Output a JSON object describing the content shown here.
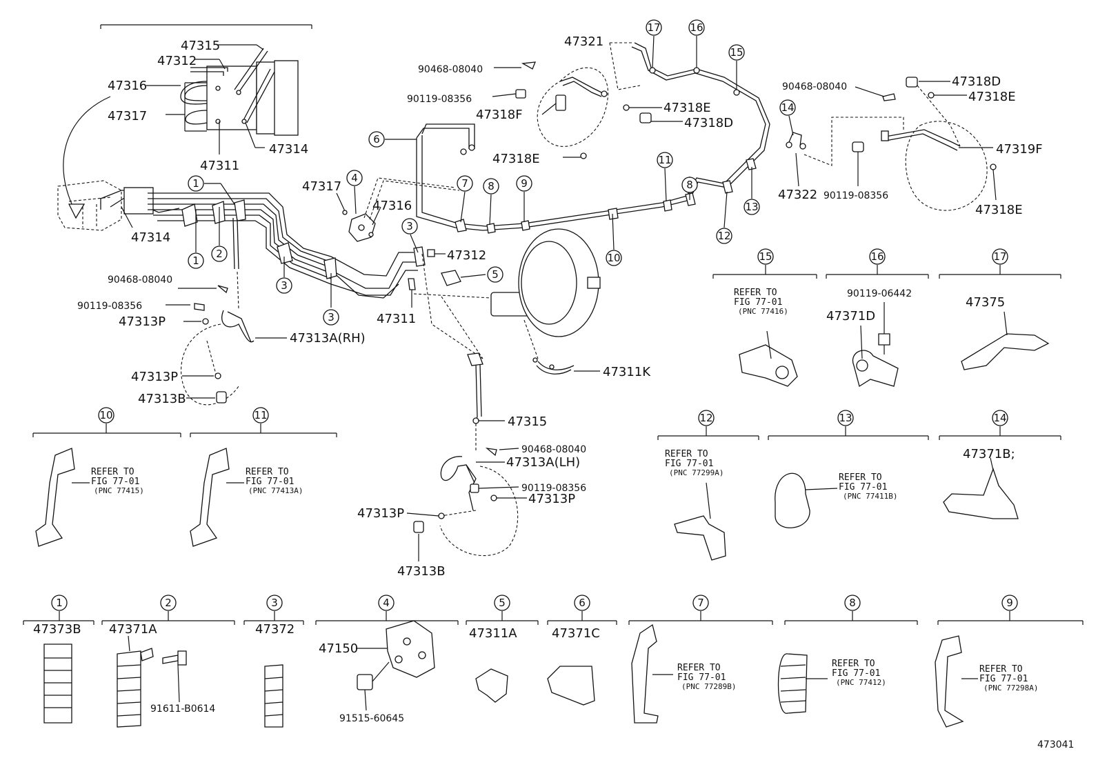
{
  "figure_id": "473041",
  "labels": {
    "p47315_top": "47315",
    "p47312_top": "47312",
    "p47316_top": "47316",
    "p47317_top": "47317",
    "p47314_top": "47314",
    "p47311_top": "47311",
    "p47314_left": "47314",
    "p90468_left": "90468-08040",
    "p90119_left": "90119-08356",
    "p47313P_a": "47313P",
    "p47313A_RH": "47313A(RH)",
    "p47313P_b": "47313P",
    "p47313B_left": "47313B",
    "p47317_mid": "47317",
    "p47316_mid": "47316",
    "p47312_mid": "47312",
    "p47311_mid": "47311",
    "p47311K": "47311K",
    "p47315_mid": "47315",
    "p90468_mid": "90468-08040",
    "p47313A_LH": "47313A(LH)",
    "p90119_mid": "90119-08356",
    "p47313P_c": "47313P",
    "p47313P_d": "47313P",
    "p47313B_mid": "47313B",
    "p47321": "47321",
    "p90468_top": "90468-08040",
    "p90119_top": "90119-08356",
    "p47318F": "47318F",
    "p47318E_a": "47318E",
    "p47318D_a": "47318D",
    "p47318E_b": "47318E",
    "p90468_right": "90468-08040",
    "p47318D_b": "47318D",
    "p47318E_c": "47318E",
    "p47319F": "47319F",
    "p47322": "47322",
    "p90119_right": "90119-08356",
    "p47318E_d": "47318E"
  },
  "refer": {
    "line1": "REFER TO",
    "line2": "FIG 77-01",
    "pnc10": "(PNC 77415)",
    "pnc11": "(PNC 77413A)",
    "pnc15": "(PNC 77416)",
    "pnc12": "(PNC 77299A)",
    "pnc13": "(PNC 77411B)",
    "pnc7": "(PNC 77289B)",
    "pnc8": "(PNC 77412)",
    "pnc9": "(PNC 77298A)"
  },
  "callouts": {
    "n1": "1",
    "n2": "2",
    "n3": "3",
    "n4": "4",
    "n5": "5",
    "n6": "6",
    "n7": "7",
    "n8": "8",
    "n9": "9",
    "n10": "10",
    "n11": "11",
    "n12": "12",
    "n13": "13",
    "n14": "14",
    "n15": "15",
    "n16": "16",
    "n17": "17"
  },
  "detail_parts": {
    "d16_bolt": "90119-06442",
    "d16_part": "47371D",
    "d17_part": "47375",
    "d14_part": "47371B;",
    "d1_part": "47373B",
    "d2_part": "47371A",
    "d2_bolt": "91611-B0614",
    "d3_part": "47372",
    "d4_part": "47150",
    "d4_bolt": "91515-60645",
    "d5_part": "47311A",
    "d6_part": "47371C"
  }
}
